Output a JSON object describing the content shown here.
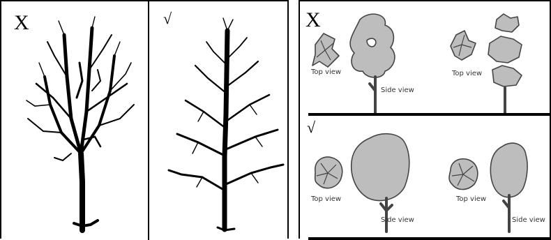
{
  "left_panel": {
    "wrong_mark": "X",
    "right_mark": "√"
  },
  "right_panel": {
    "wrong_mark": "X",
    "right_mark": "√",
    "labels": {
      "top_view": "Top view",
      "side_view": "Side view"
    }
  }
}
